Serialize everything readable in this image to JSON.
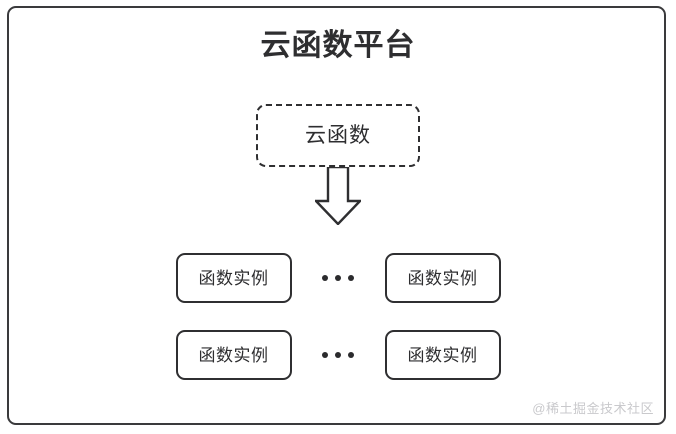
{
  "diagram": {
    "title": "云函数平台",
    "cloud_function": {
      "label": "云函数",
      "border_style": "dashed"
    },
    "arrow": {
      "icon": "down-block-arrow",
      "direction": "down"
    },
    "instance_rows": [
      {
        "left": {
          "label": "函数实例"
        },
        "ellipsis": "•••",
        "right": {
          "label": "函数实例"
        }
      },
      {
        "left": {
          "label": "函数实例"
        },
        "ellipsis": "•••",
        "right": {
          "label": "函数实例"
        }
      }
    ],
    "watermark": "@稀土掘金技术社区",
    "colors": {
      "stroke": "#2f2f31",
      "title_text": "#2e2e30",
      "background": "#ffffff",
      "watermark_text": "#c9c9cc"
    }
  }
}
